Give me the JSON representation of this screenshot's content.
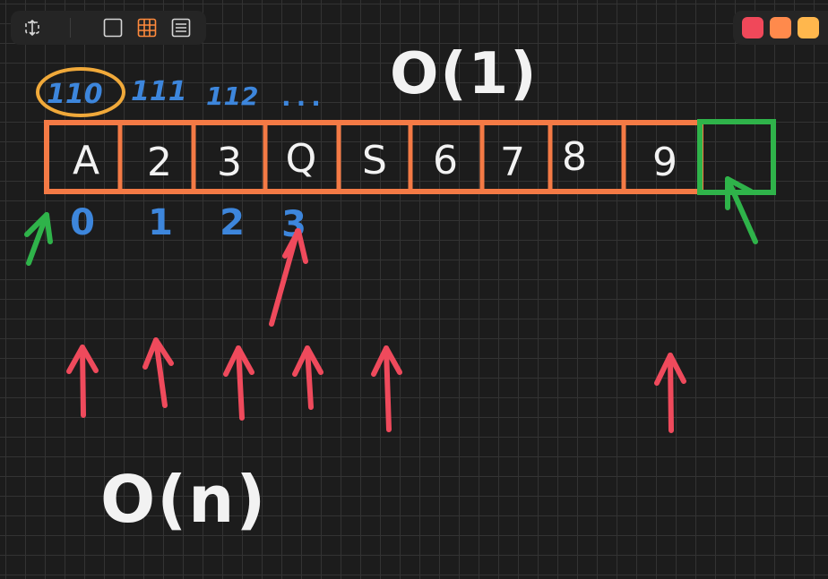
{
  "toolbar": {
    "icons": [
      "move-expand-icon",
      "square-canvas-icon",
      "grid-icon",
      "lines-icon"
    ],
    "active": "grid-icon"
  },
  "palette": {
    "colors": [
      "#f0485a",
      "#ff8a4c",
      "#ffb74d"
    ]
  },
  "drawing": {
    "top_note": "O(1)",
    "bottom_note": "O(n)",
    "array_cells": [
      "A",
      "2",
      "3",
      "Q",
      "S",
      "6",
      "7",
      "8",
      "9",
      ""
    ],
    "addresses": [
      "110",
      "111",
      "112",
      "..."
    ],
    "indices": [
      "0",
      "1",
      "2",
      "3"
    ],
    "colors": {
      "array": "#f47a45",
      "new_slot": "#2fb34a",
      "index": "#3d86dc",
      "arrow_red": "#ef4a5c",
      "arrow_green": "#2fb34a",
      "circle": "#f0a93a",
      "text_white": "#f2f2f2"
    }
  }
}
